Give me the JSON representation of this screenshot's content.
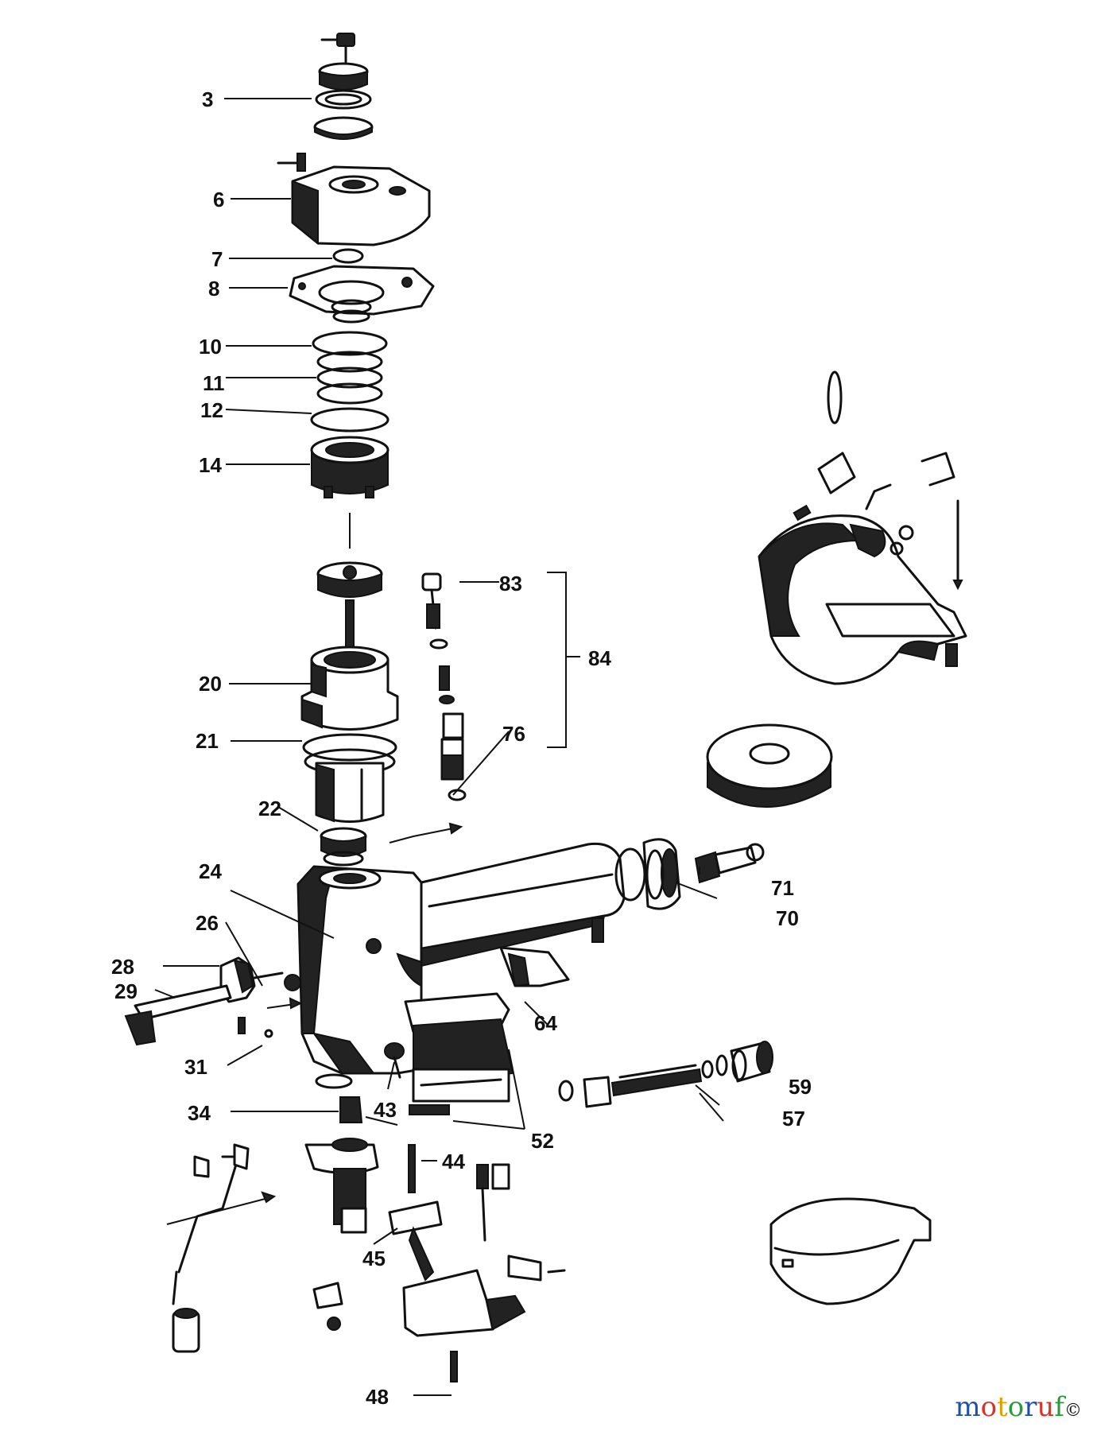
{
  "labels": {
    "p3": "3",
    "p6": "6",
    "p7": "7",
    "p8": "8",
    "p10": "10",
    "p11": "11",
    "p12": "12",
    "p14": "14",
    "p20": "20",
    "p21": "21",
    "p22": "22",
    "p24": "24",
    "p26": "26",
    "p28": "28",
    "p29": "29",
    "p31": "31",
    "p34": "34",
    "p43": "43",
    "p44": "44",
    "p45": "45",
    "p48": "48",
    "p52": "52",
    "p57": "57",
    "p59": "59",
    "p64": "64",
    "p70": "70",
    "p71": "71",
    "p76": "76",
    "p83": "83",
    "p84": "84"
  },
  "watermark": {
    "letters": [
      "m",
      "o",
      "t",
      "o",
      "r",
      "u",
      "f"
    ],
    "suffix": "©"
  },
  "colors": {
    "ink": "#111111",
    "background": "#ffffff",
    "watermark_letters": [
      "#1f4fa8",
      "#d4342a",
      "#e0a100",
      "#2b9a3a",
      "#1f4fa8",
      "#d4342a",
      "#2b9a3a"
    ]
  }
}
